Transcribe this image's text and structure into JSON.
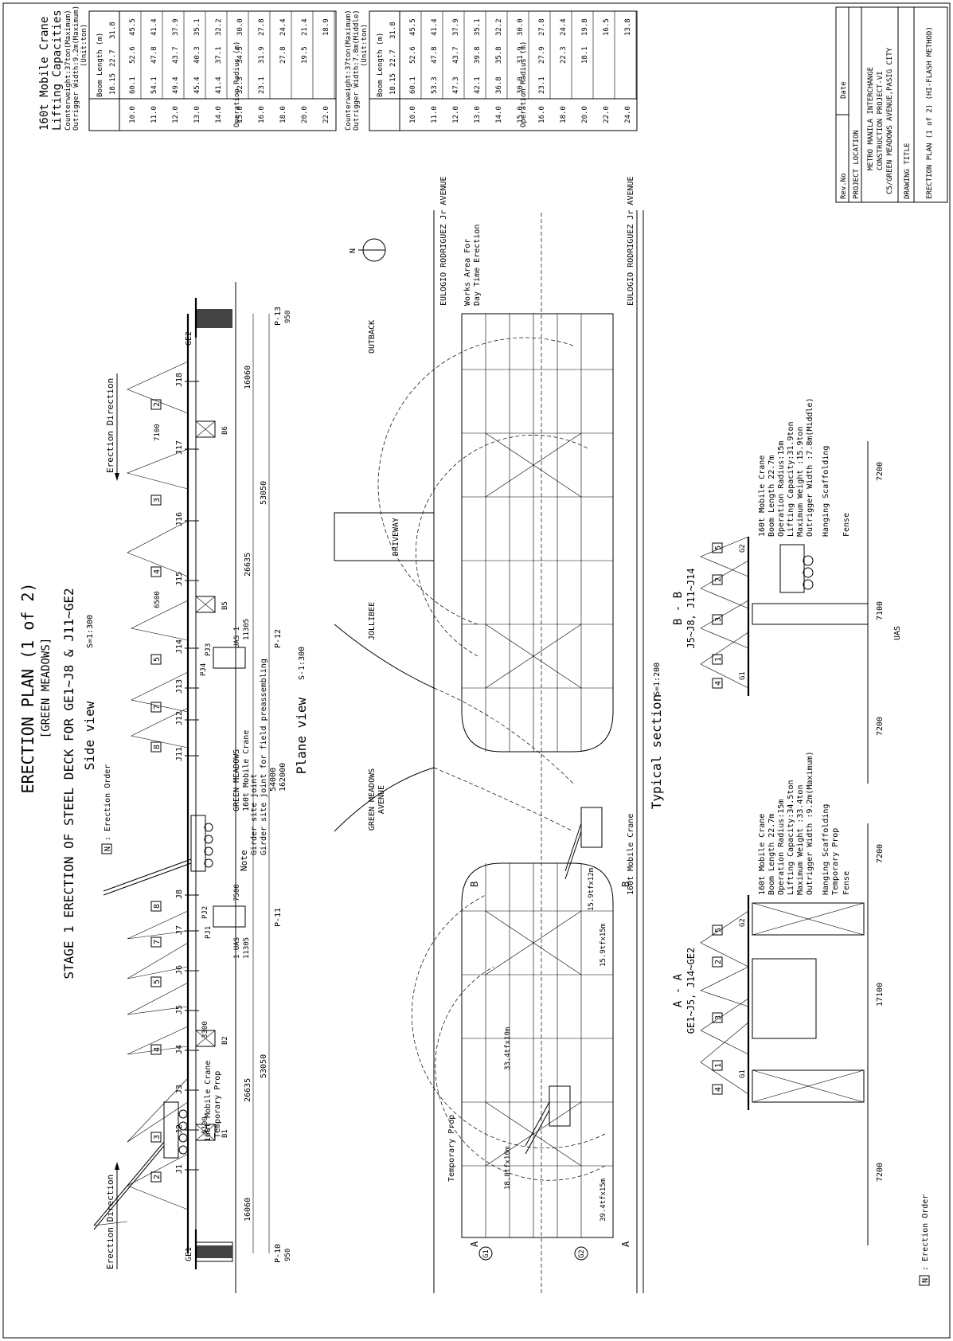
{
  "titles": {
    "main": "ERECTION PLAN (1 of 2)",
    "sub": "[GREEN MEADOWS]",
    "stage": "STAGE 1  ERECTION OF STEEL DECK FOR GE1~J8 & J11~GE2",
    "side_view": "Side view",
    "side_scale": "S=1:300",
    "plane_view": "Plane view",
    "plane_scale": "S-1:300",
    "typical": "Typical section",
    "typical_scale": "S=1:200"
  },
  "crane_table": {
    "title1": "160t Mobile Crane",
    "title2": "Lifting Capacities",
    "note1": "Counterweight:37ton(Maximum)",
    "note2": "Outrigger Width:9.2m(Maximum)",
    "unit": "(Unit:ton)",
    "boom_header": "Boom Length (m)",
    "radius_header": "Operation Radius (m)",
    "booms": [
      "18.15",
      "22.7",
      "31.8"
    ],
    "rows": [
      [
        "10.0",
        "60.1",
        "52.6",
        "45.5"
      ],
      [
        "11.0",
        "54.1",
        "47.8",
        "41.4"
      ],
      [
        "12.0",
        "49.4",
        "43.7",
        "37.9"
      ],
      [
        "13.0",
        "45.4",
        "40.3",
        "35.1"
      ],
      [
        "14.0",
        "41.4",
        "37.1",
        "32.2"
      ],
      [
        "15.0",
        "32.3",
        "34.5",
        "30.0"
      ],
      [
        "16.0",
        "23.1",
        "31.9",
        "27.8"
      ],
      [
        "18.0",
        "",
        "27.8",
        "24.4"
      ],
      [
        "20.0",
        "",
        "19.5",
        "21.4"
      ],
      [
        "22.0",
        "",
        "",
        "18.9"
      ]
    ]
  },
  "crane_table2": {
    "note1": "Counterweight:37ton(Maximum)",
    "note2": "Outrigger Width:7.8m(Middle)",
    "unit": "(Unit:ton)",
    "boom_header": "Boom Length (m)",
    "radius_header": "Operation Radius (m)",
    "booms": [
      "18.15",
      "22.7",
      "31.8"
    ],
    "rows": [
      [
        "10.0",
        "60.1",
        "52.6",
        "45.5"
      ],
      [
        "11.0",
        "53.3",
        "47.8",
        "41.4"
      ],
      [
        "12.0",
        "47.3",
        "43.7",
        "37.9"
      ],
      [
        "13.0",
        "42.1",
        "39.8",
        "35.1"
      ],
      [
        "14.0",
        "36.8",
        "35.8",
        "32.2"
      ],
      [
        "15.0",
        "30.0",
        "31.9",
        "30.0"
      ],
      [
        "16.0",
        "23.1",
        "27.9",
        "27.8"
      ],
      [
        "18.0",
        "",
        "22.3",
        "24.4"
      ],
      [
        "20.0",
        "",
        "18.1",
        "19.8"
      ],
      [
        "22.0",
        "",
        "",
        "16.5"
      ],
      [
        "24.0",
        "",
        "",
        "13.8"
      ]
    ]
  },
  "title_block": {
    "rev_no": "Rev.No",
    "date": "Date",
    "project_location": "PROJECT LOCATION",
    "project_line1": "METRO MANILA INTERCHANGE",
    "project_line2": "CONSTRUCTION PROJECT-VI",
    "project_line3": "C5/GREEN MEADOWS AVENUE,PASIG CITY",
    "drawing_title": "DRAWING TITLE",
    "drawing_name": "ERECTION PLAN (1 of 2) (HI-FLASH METHOD)"
  },
  "side_labels": {
    "erection_direction": "Erection Direction",
    "erection_order": ": Erection Order",
    "n_box": "N",
    "green_meadows": "GREEN MEADOWS",
    "crane160": "160t Mobile Crane",
    "temp_prop": "Temporary Prop",
    "note": "Note",
    "note1": "Girder site joint",
    "note2": "Girder site joint for field preassembling",
    "uas1": "1 UAS",
    "uas2": "UAS 1",
    "dim_16060": "16060",
    "dim_53050": "53050",
    "dim_26635": "26635",
    "dim_11305": "11305",
    "dim_54000": "54000",
    "dim_162000": "162000",
    "dim_7500": "7500",
    "dim_7100": "7100",
    "dim_6500": "6500",
    "dim_5100": "5100",
    "dim_3300": "3300",
    "dim_950": "950",
    "p10": "P-10",
    "p11": "P-11",
    "p12": "P-12",
    "p13": "P-13",
    "ge1": "GE1",
    "ge2": "GE2",
    "b1": "B1",
    "b2": "B2",
    "b5": "B5",
    "b6": "B6",
    "pj1": "PJ1",
    "pj2": "PJ2",
    "pj3": "PJ3",
    "pj4": "PJ4",
    "joints_left": [
      "J1",
      "J2",
      "J3",
      "J4",
      "J5",
      "J6",
      "J7",
      "J8"
    ],
    "joints_right": [
      "J11",
      "J12",
      "J13",
      "J14",
      "J15",
      "J16",
      "J17",
      "J18"
    ],
    "order_left": [
      "2",
      "3",
      "4",
      "5",
      "7",
      "8"
    ],
    "order_right": [
      "8",
      "7",
      "5",
      "4",
      "3",
      "2"
    ]
  },
  "plan_labels": {
    "outback": "OUTBACK",
    "driveway": "DRIVEWAY",
    "jollibee": "JOLLIBEE",
    "eulogio1": "EULOGIO RODRIGUEZ Jr AVENUE",
    "eulogio2": "EULOGIO RODRIGUEZ Jr AVENUE",
    "green_meadows_ave1": "GREEN MEADOWS",
    "green_meadows_ave2": "AVENUE",
    "works_area1": "Works Area For",
    "works_area2": "Day Time Erection",
    "temporary_prop": "Temporary Prop",
    "crane_plan": "160t Mobile Crane",
    "cap1": "39.4tfx15m",
    "cap2": "18.0tfx10m",
    "cap3": "33.4tfx10m",
    "cap4": "15.9tfx15m",
    "cap5": "15.9tfx12m",
    "north": "N",
    "g1": "G1",
    "g2": "G2",
    "sec_a": "A",
    "sec_b": "B"
  },
  "section_aa": {
    "title": "A - A",
    "sub": "GE1~J5, J14~GE2",
    "crane1": "160t Mobile Crane",
    "crane2": "Boom Length   22.7m",
    "crane3": "Operation Radius:15m",
    "crane4": "Lifting Capacity:34.5ton",
    "crane5": "Maximum Weight  :33.4ton",
    "crane6": "Outrigger Width :9.2m(Maximum)",
    "hanging": "Hanging Scaffolding",
    "temp": "Temporary Prop",
    "fense": "Fense",
    "dim1": "7200",
    "dim2": "17100",
    "dim3": "7200",
    "g1": "G1",
    "g2": "G2",
    "order": [
      "4",
      "1",
      "3",
      "2",
      "5"
    ]
  },
  "section_bb": {
    "title": "B - B",
    "sub": "J5~J8, J11~J14",
    "crane1": "160t Mobile Crane",
    "crane2": "Boom Length   22.7m",
    "crane3": "Operation Radius:15m",
    "crane4": "Lifting Capacity:31.9ton",
    "crane5": "Maximum Weight  :15.9ton",
    "crane6": "Outrigger Width :7.8m(Middle)",
    "hanging": "Hanging Scaffolding",
    "fense": "Fense",
    "uas": "UAS",
    "dim1": "7200",
    "dim2": "7100",
    "dim3": "7200",
    "g1": "G1",
    "g2": "G2",
    "order": [
      "4",
      "1",
      "3",
      "2",
      "5"
    ]
  },
  "bottom_legend": {
    "n": "N",
    "text": ": Erection Order"
  }
}
